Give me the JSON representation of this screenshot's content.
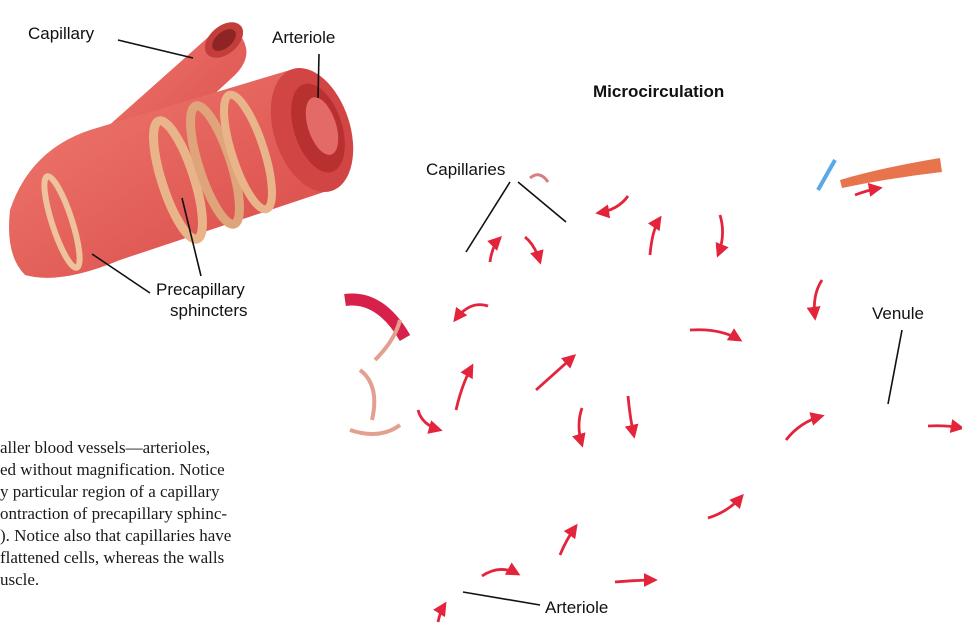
{
  "left_figure": {
    "label_capillary": "Capillary",
    "label_arteriole": "Arteriole",
    "label_precap_line1": "Precapillary",
    "label_precap_line2": "sphincters"
  },
  "right_figure": {
    "title": "Microcirculation",
    "label_capillaries": "Capillaries",
    "label_venule": "Venule",
    "label_arteriole": "Arteriole"
  },
  "caption_lines": [
    "aller blood vessels—arterioles,",
    "ed without magnification. Notice",
    "y particular region of a capillary",
    "ontraction of precapillary sphinc-",
    "). Notice also that capillaries have",
    " flattened cells, whereas the walls",
    "uscle."
  ],
  "colors": {
    "vessel": "#e85a55",
    "vessel_dark": "#c23c3a",
    "sphincter": "#e9b48a",
    "arrow": "#e3243b",
    "text": "#111111"
  }
}
